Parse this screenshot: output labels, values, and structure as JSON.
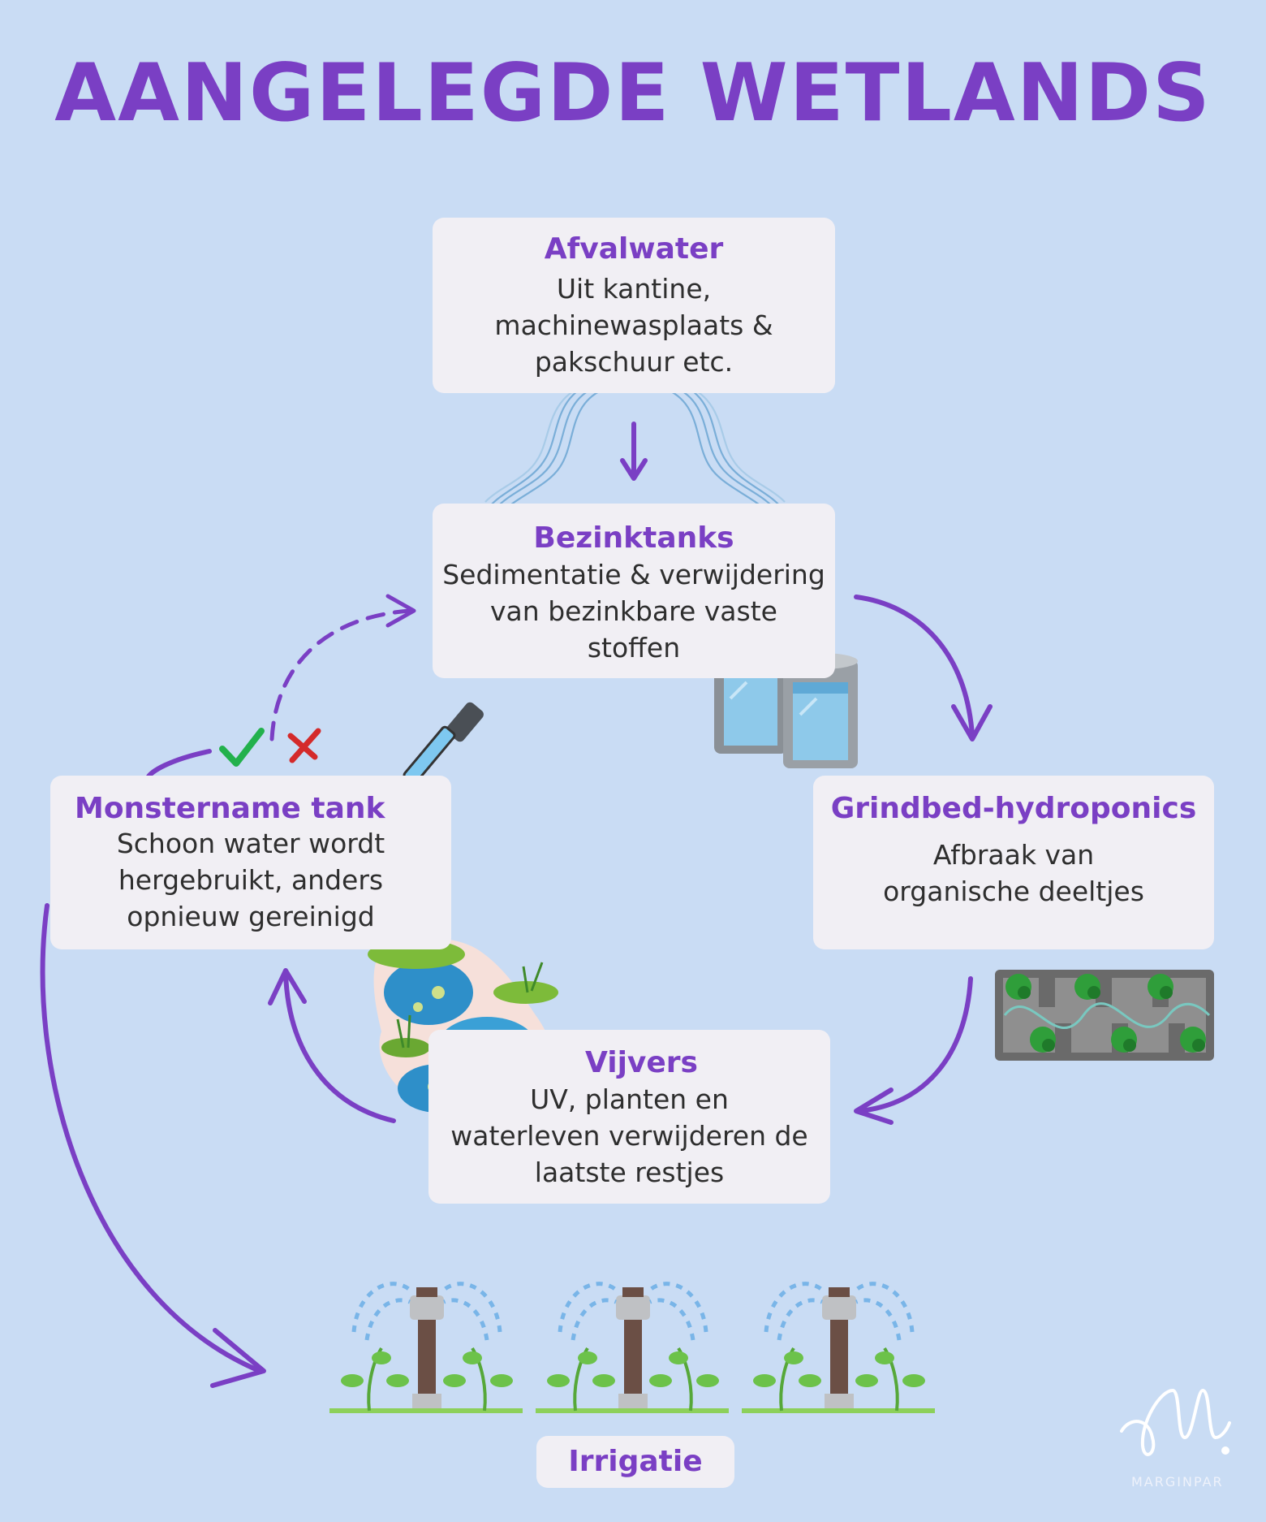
{
  "title": "AANGELEGDE WETLANDS",
  "steps": {
    "afvalwater": {
      "title": "Afvalwater",
      "text": "Uit kantine,\nmachinewasplaats &\npakschuur etc."
    },
    "bezinktanks": {
      "title": "Bezinktanks",
      "text": "Sedimentatie & verwijdering\nvan bezinkbare vaste\nstoffen"
    },
    "grindbed": {
      "title": "Grindbed-hydroponics",
      "text": "Afbraak van\norganische deeltjes"
    },
    "monstername": {
      "title": "Monstername tank",
      "text": "Schoon water wordt\nhergebruikt, anders\nopnieuw gereinigd"
    },
    "vijvers": {
      "title": "Vijvers",
      "text": "UV, planten en\nwaterleven verwijderen de\nlaatste restjes"
    },
    "irrigatie": {
      "title": "Irrigatie"
    }
  },
  "logo": {
    "text": "MARGINPAR"
  },
  "colors": {
    "background": "#c9dcf4",
    "accent": "#7a3fc4",
    "box": "#f1eff4"
  },
  "icons": [
    "water-stream-icon",
    "water-tanks-icon",
    "pipette-icon",
    "check-icon",
    "cross-icon",
    "ponds-icon",
    "gravel-bed-plants-icon",
    "sprinkler-icon",
    "marginpar-logo"
  ]
}
